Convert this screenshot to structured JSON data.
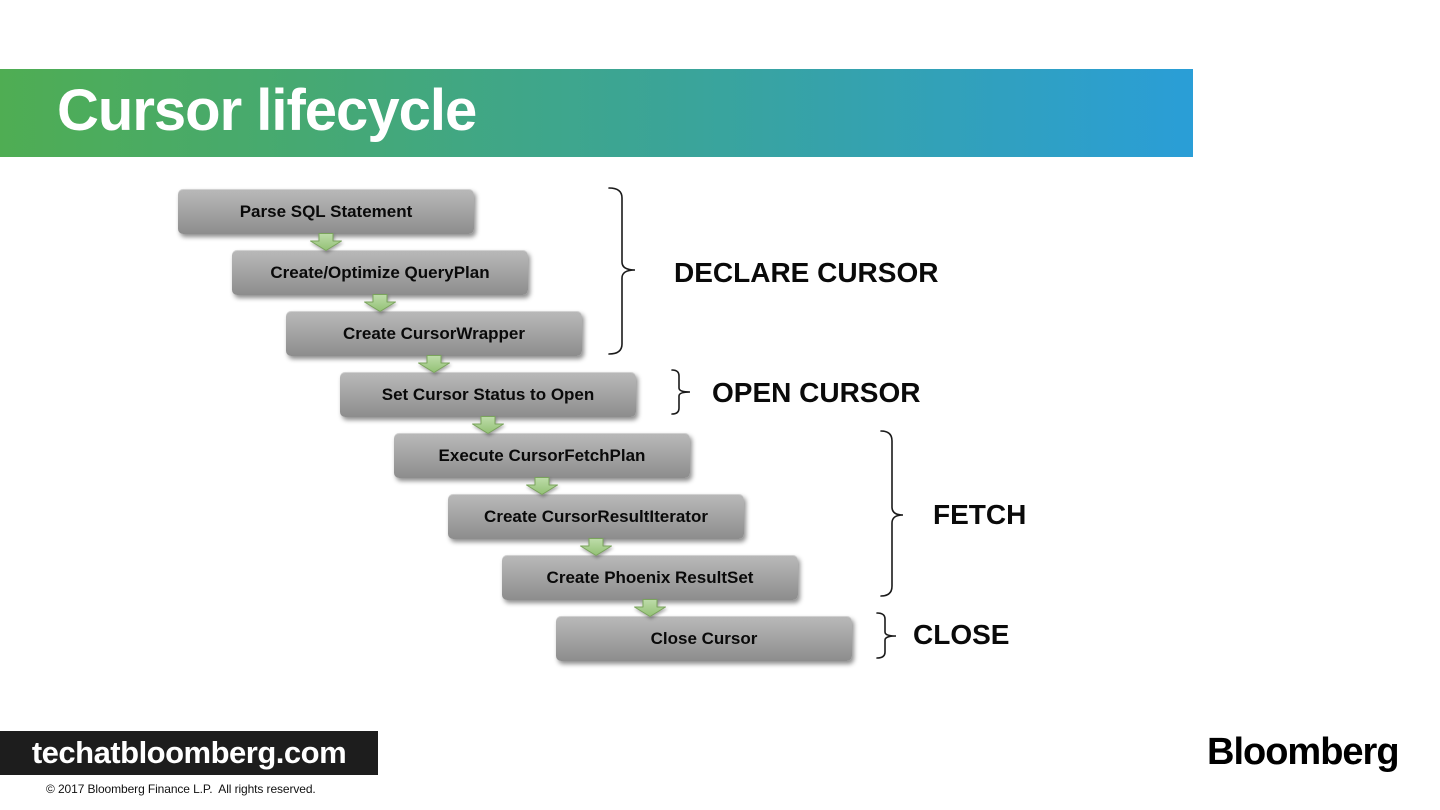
{
  "slide": {
    "title": "Cursor lifecycle",
    "steps": [
      "Parse SQL Statement",
      "Create/Optimize QueryPlan",
      "Create CursorWrapper",
      "Set Cursor Status to Open",
      "Execute CursorFetchPlan",
      "Create CursorResultIterator",
      "Create Phoenix ResultSet",
      "Close Cursor"
    ],
    "phases": [
      {
        "label": "DECLARE CURSOR",
        "covers_steps": [
          1,
          3
        ]
      },
      {
        "label": "OPEN CURSOR",
        "covers_steps": [
          4,
          4
        ]
      },
      {
        "label": "FETCH",
        "covers_steps": [
          5,
          7
        ]
      },
      {
        "label": "CLOSE",
        "covers_steps": [
          8,
          8
        ]
      }
    ],
    "footer": {
      "site": "techatbloomberg.com",
      "copyright": "© 2017 Bloomberg Finance L.P.  All rights reserved.",
      "brand": "Bloomberg"
    },
    "colors": {
      "banner_gradient_start": "#4fad53",
      "banner_gradient_mid": "#3aa49a",
      "banner_gradient_end": "#2a9ed7",
      "box_gray_top": "#b9b9b9",
      "box_gray_bottom": "#8d8d8d",
      "arrow_green_fill": "#a9d18e",
      "arrow_green_border": "#7aa45c",
      "footer_bar": "#1d1d1d",
      "title_text": "#ffffff"
    }
  }
}
